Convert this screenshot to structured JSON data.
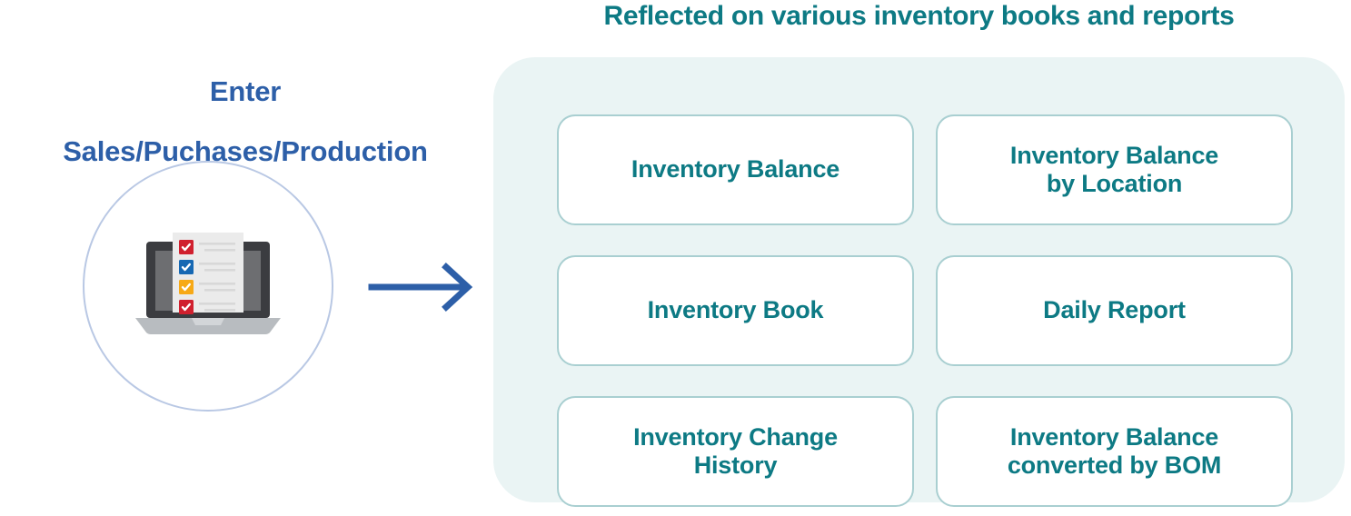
{
  "colors": {
    "heading_blue": "#2d5fa8",
    "teal": "#0d7a84",
    "panel_bg": "#eaf4f4",
    "card_border": "#a9cfd1",
    "circle_border": "#b9c8e4",
    "arrow": "#2d5fa8",
    "check_red": "#d0202e",
    "check_blue": "#1668b3",
    "check_orange": "#f7a917",
    "laptop_frame": "#3b3c40",
    "laptop_screen": "#6d6e71",
    "laptop_base": "#b8bcc0",
    "paper": "#ebebeb",
    "paper_line": "#d8d8d8"
  },
  "left": {
    "heading_line1": "Enter",
    "heading_line2": "Sales/Puchases/Production",
    "icon_name": "laptop-checklist-icon",
    "arrow_name": "right-arrow"
  },
  "right": {
    "title": "Reflected on various inventory books and reports",
    "cards": [
      {
        "label": "Inventory Balance"
      },
      {
        "label": "Inventory Balance\nby Location"
      },
      {
        "label": "Inventory Book"
      },
      {
        "label": "Daily Report"
      },
      {
        "label": "Inventory Change\nHistory"
      },
      {
        "label": "Inventory Balance\nconverted by BOM"
      }
    ]
  }
}
